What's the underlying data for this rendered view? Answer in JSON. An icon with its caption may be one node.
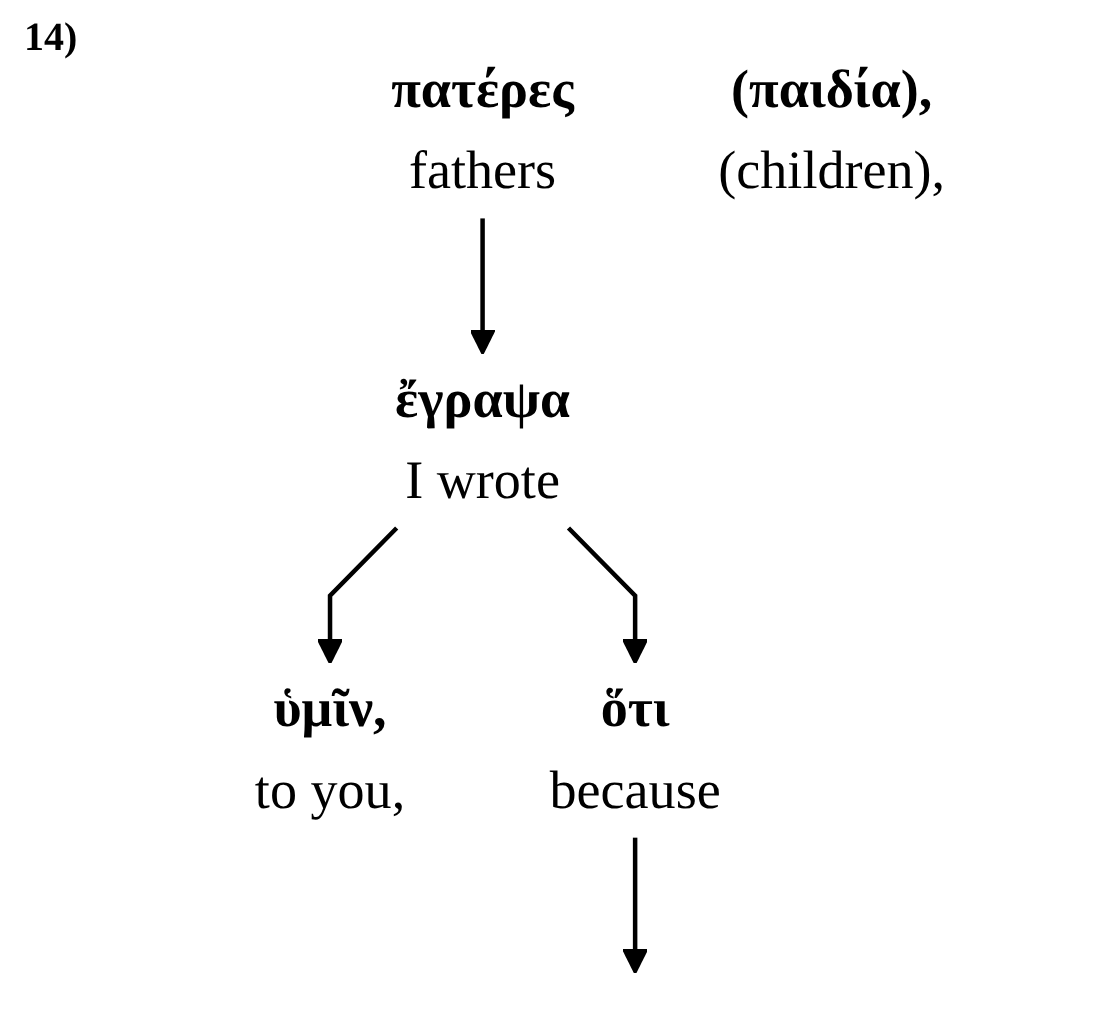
{
  "diagram": {
    "nodes": [
      {
        "text": [
          "ἔγραψα",
          "I wrote"
        ]
      },
      {
        "text": [
          "ὑμῖν,",
          "to you,"
        ]
      },
      {
        "text": [
          "πατέρες",
          "fathers"
        ]
      },
      {
        "text": [
          "(παιδία),",
          "(children),"
        ]
      },
      {
        "text": [
          "ὅτι",
          "because"
        ]
      }
    ],
    "edges": [
      {
        "from": 2,
        "to": 0,
        "arrow": "to"
      },
      {
        "from": 0,
        "to": 1,
        "arrow": "to"
      },
      {
        "from": 0,
        "to": 4,
        "arrow": "to"
      },
      {
        "from": 4,
        "to": null,
        "arrow": "to"
      }
    ],
    "labels": [
      "14)"
    ]
  }
}
